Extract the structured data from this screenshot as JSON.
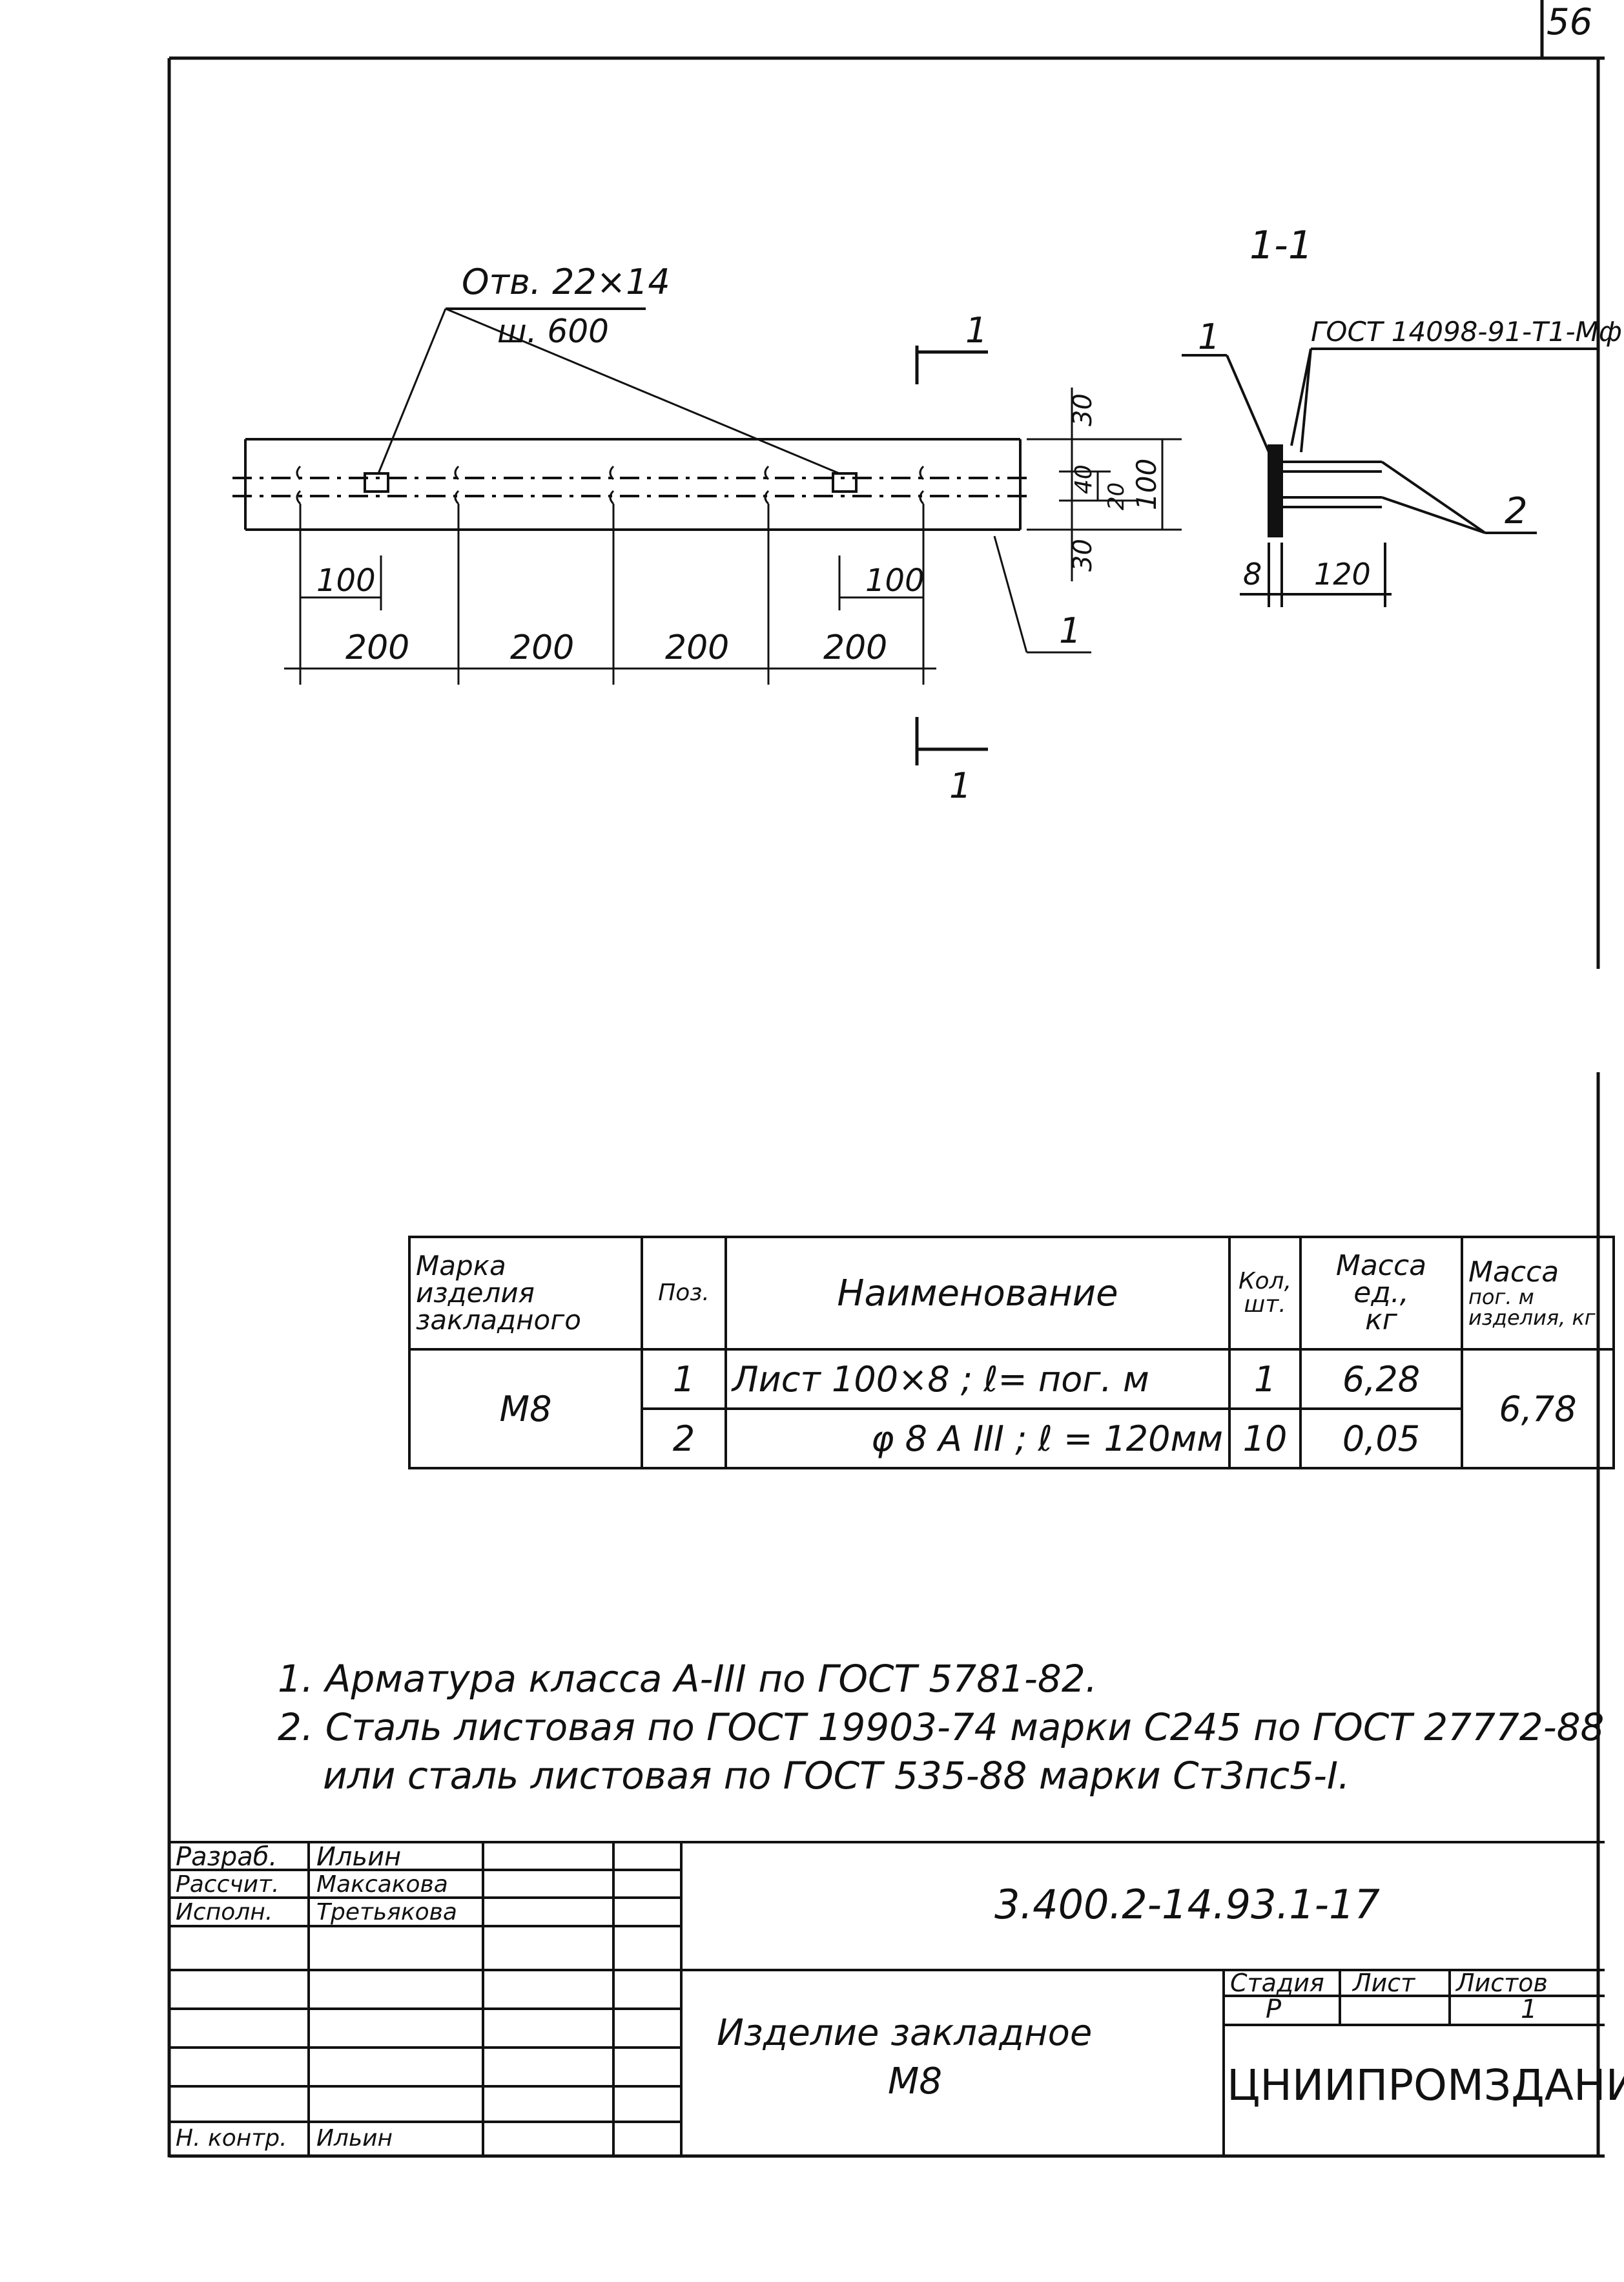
{
  "page_number": "56",
  "drawing": {
    "opening_label": "Отв. 22×14",
    "opening_pitch": "ш. 600",
    "cut_mark": "1",
    "section_title": "1-1",
    "weld_callout": "ГОСТ 14098-91-Т1-Мф",
    "pos1": "1",
    "pos2": "2",
    "dims": {
      "pitch_100": "100",
      "pitch_200": "200",
      "edge_30": "30",
      "mid_40": "40",
      "mid_20": "20",
      "height_100": "100",
      "thk_8": "8",
      "len_120": "120"
    }
  },
  "spec_table": {
    "headers": {
      "mark": [
        "Марка",
        "изделия",
        "закладного"
      ],
      "pos": "Поз.",
      "name": "Наименование",
      "qty": [
        "Кол,",
        "шт."
      ],
      "unit_mass": [
        "Масса",
        "ед.,",
        "кг"
      ],
      "mass_per_m": [
        "Масса",
        "пог. м",
        "изделия, кг"
      ]
    },
    "mark": "М8",
    "total_mass": "6,78",
    "rows": [
      {
        "pos": "1",
        "name": "Лист 100×8 ; ℓ= пог. м",
        "qty": "1",
        "mass": "6,28"
      },
      {
        "pos": "2",
        "name": "φ 8 A III ; ℓ = 120мм",
        "qty": "10",
        "mass": "0,05"
      }
    ]
  },
  "notes": [
    "1.  Арматура класса A-III по ГОСТ 5781-82.",
    "2.  Сталь листовая по ГОСТ 19903-74 марки С245 по ГОСТ 27772-88",
    "или сталь листовая по ГОСТ 535-88 марки Ст3пс5-I."
  ],
  "title_block": {
    "signatures": [
      {
        "role": "Разраб.",
        "name": "Ильин"
      },
      {
        "role": "Рассчит.",
        "name": "Максакова"
      },
      {
        "role": "Исполн.",
        "name": "Третьякова"
      },
      {
        "role": "Н. контр.",
        "name": "Ильин"
      }
    ],
    "code": "3.400.2-14.93.1-17",
    "title": "Изделие закладное",
    "title_mark": "М8",
    "stage_label": "Стадия",
    "sheet_label": "Лист",
    "sheets_label": "Листов",
    "stage": "Р",
    "sheets": "1",
    "organization": "ЦНИИПРОМЗДАНИЙ"
  }
}
